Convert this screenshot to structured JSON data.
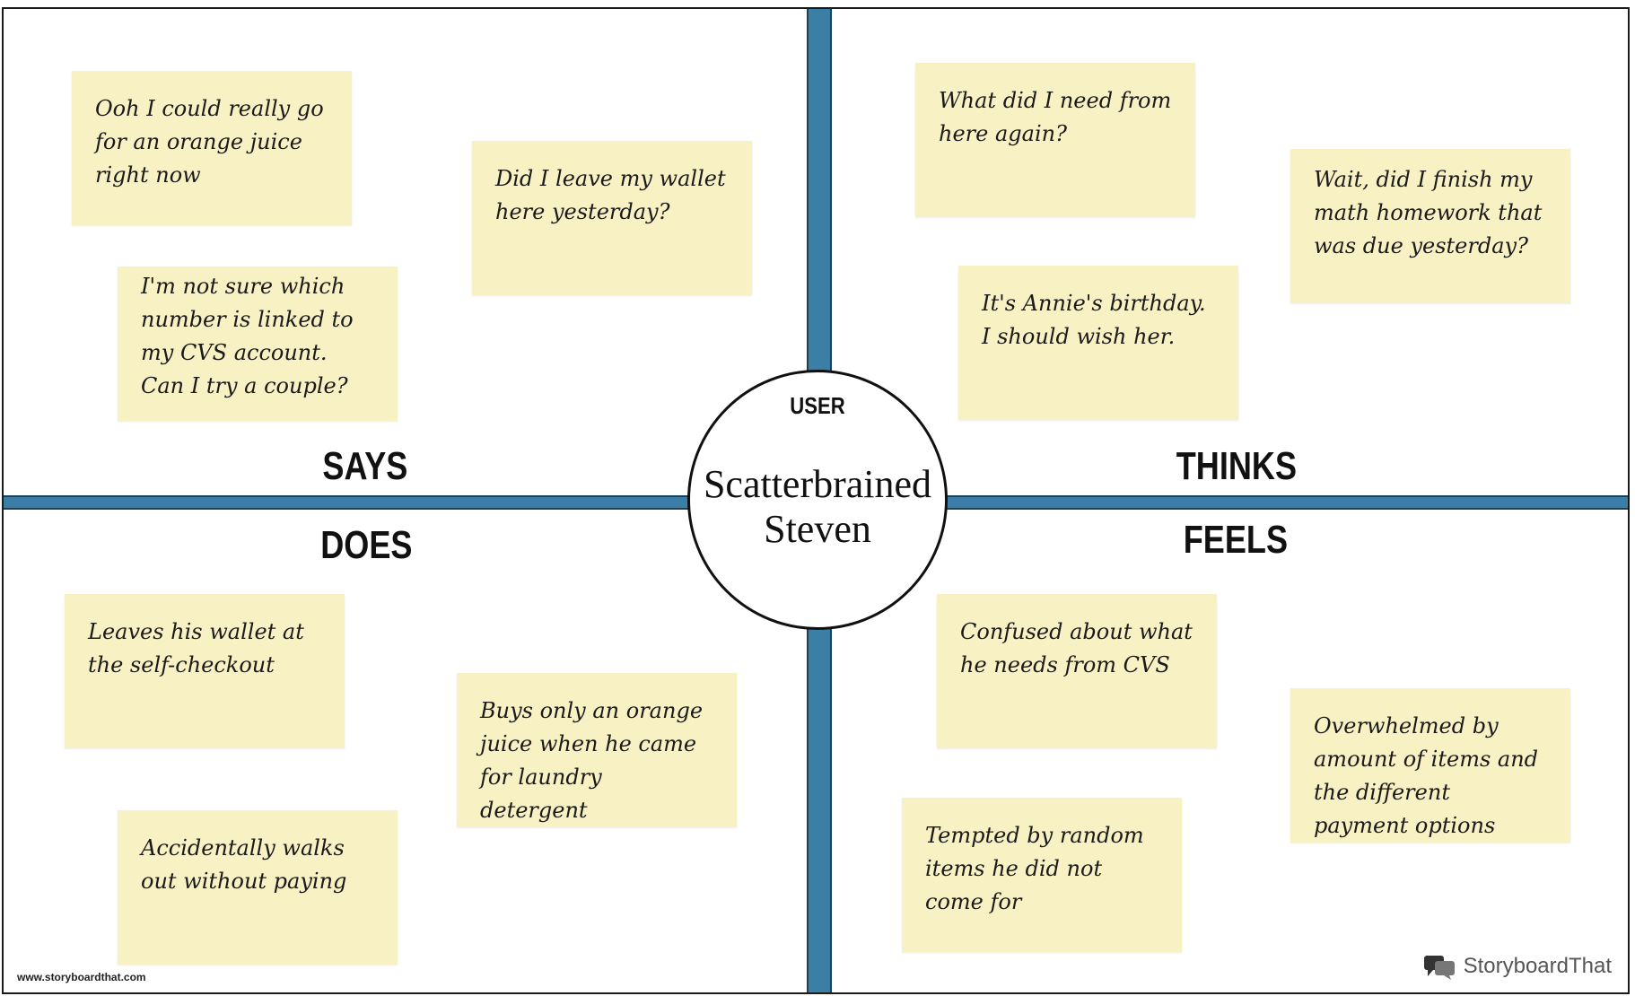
{
  "quadrants": {
    "says": "SAYS",
    "thinks": "THINKS",
    "does": "DOES",
    "feels": "FEELS"
  },
  "center": {
    "tag": "USER",
    "name": "Scatterbrained Steven"
  },
  "notes": {
    "says": [
      "Ooh I could really go for an orange juice right now",
      "Did I leave my wallet here yesterday?",
      "I'm not sure which number is linked to my CVS account. Can I try a couple?"
    ],
    "thinks": [
      "What did I need from here again?",
      "Wait, did I finish my math homework that was due yesterday?",
      "It's Annie's birthday. I should wish her."
    ],
    "does": [
      "Leaves his wallet at the self-checkout",
      "Buys only an orange juice when he came for laundry detergent",
      "Accidentally walks out without paying"
    ],
    "feels": [
      "Confused about what he needs from CVS",
      "Overwhelmed by amount of items and the different payment options",
      "Tempted by random items he did not come for"
    ]
  },
  "footer": {
    "url": "www.storyboardthat.com",
    "brand_name": "StoryboardThat",
    "brand_icon": "speech-bubbles-icon"
  },
  "colors": {
    "axis": "#3b7fa6",
    "sticky_note": "#f8f1c4"
  }
}
